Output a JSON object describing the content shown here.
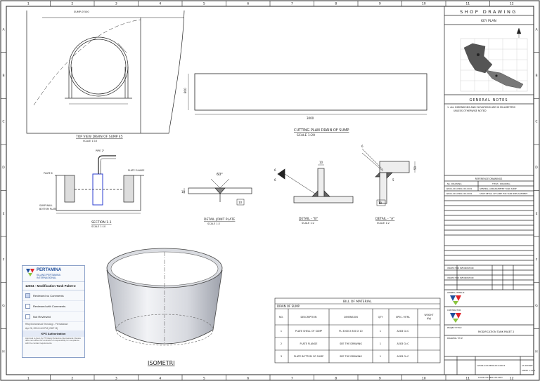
{
  "grid": {
    "columns": [
      "1",
      "2",
      "3",
      "4",
      "5",
      "6",
      "7",
      "8",
      "9",
      "10",
      "11",
      "12"
    ],
    "rows": [
      "A",
      "B",
      "C",
      "D",
      "E",
      "F",
      "G",
      "H"
    ]
  },
  "title_block": {
    "header": "SHOP DRAWING",
    "key_plan": "KEY PLAN",
    "general_notes_title": "GENERAL NOTES",
    "general_notes": [
      "1. ALL DIMENSIONS AND ELEVATIONS ARE IN MILLIMETERS",
      "UNLESS OTHERWISE NOTED"
    ],
    "reference_title": "REFERENCE DRAWINGS",
    "reference_headers": [
      "No. DRAWING",
      "TITLE / DRAWING"
    ],
    "reference_rows": [
      [
        "12604-XXX-MDR-XXX-0001",
        "GENERAL ARRANGEMENT TANK SUMP"
      ],
      [
        "12604-XXX-MDR-XXX-0002",
        "SHOP DETAIL OF SUMP FOR TANK REPLACEMENT"
      ]
    ],
    "issue_label": "ISSUED FOR INFORMATION",
    "owner_label": "OWNER / PEMILIK",
    "contractor_label": "CONTRACTOR",
    "project_label": "PROJECT TITLE",
    "project_title": "MODIFICATION TANK PAKET 2",
    "drawing_title_label": "DRAWING TITLE",
    "drawing_number": "12604-XXX-MDR-XXX-0003",
    "scale": "AS SHOWN",
    "sheet": "SHEET 1 OF 1"
  },
  "stamp": {
    "brand": "PERTAMINA",
    "brand_sub": [
      "KILANG PERTAMINA",
      "INTERNASIONAL"
    ],
    "title": "12604 - Modification Tank Paket-2",
    "options": [
      {
        "label": "Reviewed no Comments",
        "checked": true
      },
      {
        "label": "Reviewed with Comments",
        "checked": false
      },
      {
        "label": "Not Reviewed",
        "checked": false
      }
    ],
    "reviewer": "Rifqi Mohammad Teknologi - Permatasari",
    "date": "Apr 26, 2024 4:45 PM (GMT+8)",
    "authorization": "KPS Authorization",
    "note": "Approval is given by PT Kilang Pertamina Internasional. Review does not relieve the contractor of responsibility for compliance with the contract requirements."
  },
  "views": {
    "top_view": {
      "title": "TOP VIEW DRAIN OF SUMP 45",
      "scale": "SCALE 1:10"
    },
    "cutting_plan": {
      "title": "CUTTING PLAN DRAIN OF SUMP",
      "scale": "SCALE 1:20",
      "length": "3000",
      "height": "800"
    },
    "section": {
      "title": "SECTION 1-1",
      "scale": "SCALE 1:10",
      "labels": [
        "PLATE 6",
        "PIPE 2\"",
        "PLATE FLANGE",
        "SUMP WALL",
        "BOTTOM PLATE"
      ]
    },
    "detail_joint": {
      "title": "DETAIL JOINT PLATE",
      "scale": "SCALE 1:2",
      "angle": "60°",
      "dims": [
        "10",
        "5",
        "3"
      ]
    },
    "detail_b": {
      "title": "DETAIL - \"B\"",
      "scale": "SCALE 1:2",
      "dims": [
        "6",
        "10",
        "10"
      ]
    },
    "detail_a": {
      "title": "DETAIL - \"A\"",
      "scale": "SCALE 1:2",
      "dims": [
        "6",
        "5",
        "50",
        "10"
      ]
    },
    "isometric": {
      "title": "ISOMETRI"
    }
  },
  "bom": {
    "title": "BILL OF MATERIAL",
    "subtitle": "DRAIN OF SUMP",
    "headers": [
      "NO.",
      "DESCRIPTION",
      "DIMENSION",
      "QTY",
      "SPEC. MTRL",
      "WEIGHT (Kg)"
    ],
    "rows": [
      [
        "1",
        "PLATE SHELL OF SUMP",
        "PL 3000 X 800 X 10",
        "1",
        "A283 Gr.C",
        ""
      ],
      [
        "2",
        "PLATE FLANGE",
        "SEE THE DRAWING",
        "1",
        "A283 Gr.C",
        ""
      ],
      [
        "3",
        "PLATE BOTTOM OF SUMP",
        "SEE THE DRAWING",
        "1",
        "A283 Gr.C",
        ""
      ]
    ]
  },
  "colors": {
    "line": "#222222",
    "stamp_border": "#8aa0c8",
    "brand_blue": "#1f4e9b",
    "brand_red": "#e0252b",
    "brand_green": "#8bc53f",
    "highlight": "#2c3fd1"
  }
}
